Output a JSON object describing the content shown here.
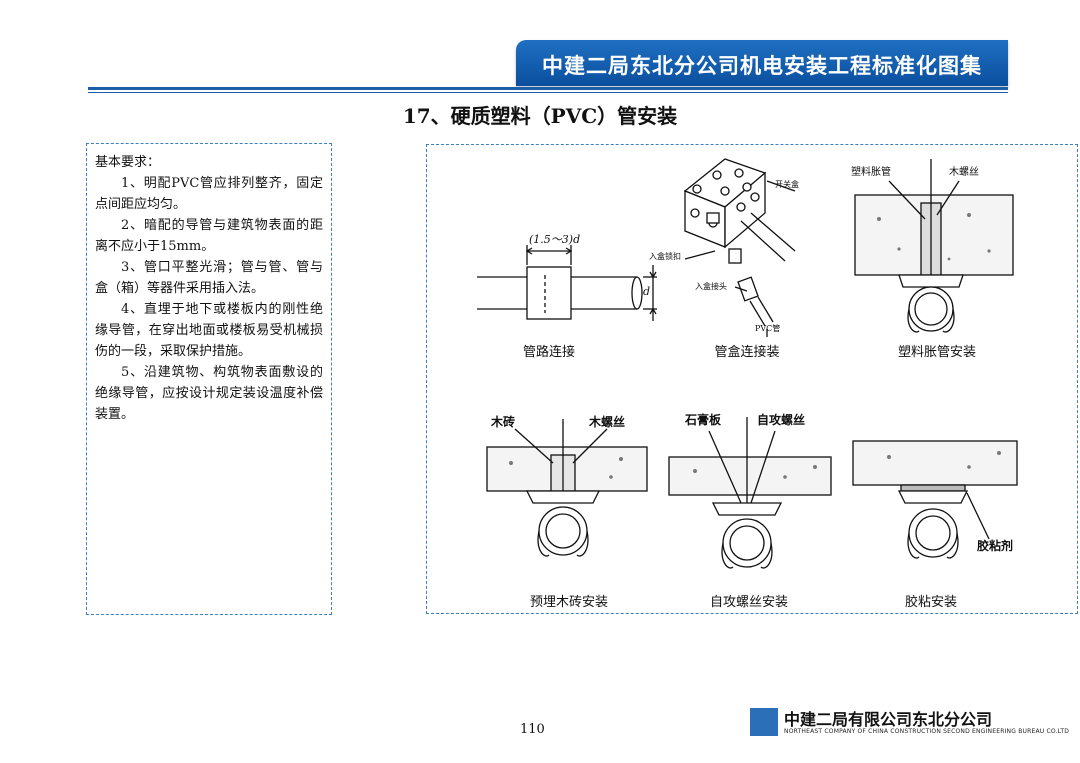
{
  "header": {
    "title": "中建二局东北分公司机电安装工程标准化图集"
  },
  "page_title": "17、硬质塑料（PVC）管安装",
  "requirements": {
    "heading": "基本要求：",
    "items": [
      "1、明配PVC管应排列整齐，固定点间距应均匀。",
      "2、暗配的导管与建筑物表面的距离不应小于15mm。",
      "3、管口平整光滑；管与管、管与盒（箱）等器件采用插入法。",
      "4、直埋于地下或楼板内的刚性绝缘导管，在穿出地面或楼板易受机械损伤的一段，采取保护措施。",
      "5、沿建筑物、构筑物表面敷设的绝缘导管，应按设计规定装设温度补偿装置。"
    ]
  },
  "figures": {
    "pipe_connection": {
      "caption": "管路连接",
      "dim_label": "(1.5～3)d",
      "d_label": "d"
    },
    "box_connection": {
      "caption": "管盒连接装",
      "switch_box": "开关盒",
      "lock_nut": "入盒锁扣",
      "connector": "入盒接头",
      "pvc_pipe": "PVC管"
    },
    "expansion_pipe": {
      "caption": "塑料胀管安装",
      "expansion_label": "塑料胀管",
      "screw_label": "木螺丝"
    },
    "wood_brick": {
      "caption": "预埋木砖安装",
      "brick_label": "木砖",
      "screw_label": "木螺丝"
    },
    "self_tapping": {
      "caption": "自攻螺丝安装",
      "board_label": "石膏板",
      "screw_label": "自攻螺丝"
    },
    "adhesive": {
      "caption": "胶粘安装",
      "glue_label": "胶粘剂"
    }
  },
  "footer": {
    "page_number": "110",
    "company_name": "中建二局有限公司东北分公司",
    "company_en": "NORTHEAST COMPANY OF CHINA CONSTRUCTION SECOND ENGINEERING BUREAU CO.LTD"
  }
}
